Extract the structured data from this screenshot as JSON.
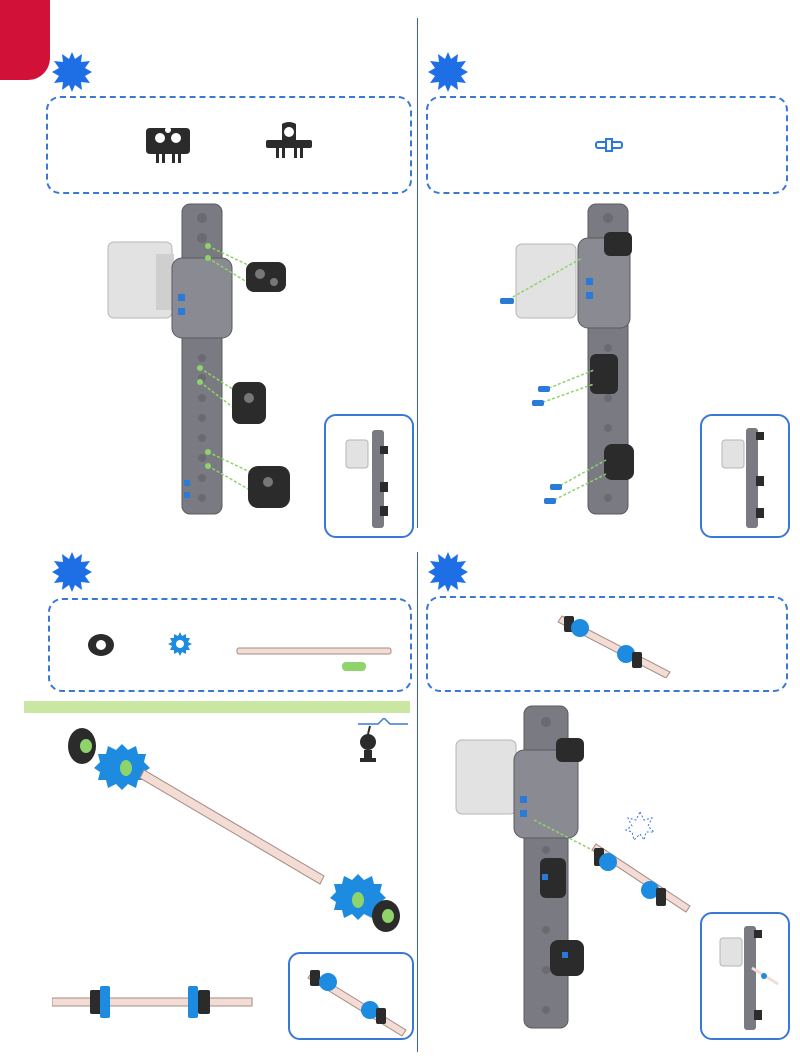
{
  "colors": {
    "accent_red": "#d11138",
    "step_blue": "#1e6ee6",
    "outline_blue": "#3a78d6",
    "beam_gray": "#7a7a82",
    "pin_blue": "#2a7bd8",
    "gear_blue": "#1d8be0",
    "axle_pink": "#f3dcd3",
    "green_guide": "#8ed46a",
    "motor_gray": "#e2e2e2"
  },
  "steps": [
    {
      "id": "step-1",
      "icon": "starburst-step-icon"
    },
    {
      "id": "step-2",
      "icon": "starburst-step-icon"
    },
    {
      "id": "step-3",
      "icon": "starburst-step-icon"
    },
    {
      "id": "step-4",
      "icon": "starburst-step-icon"
    }
  ],
  "icons": {
    "robot": "robot-helper-icon",
    "motor": "motor-icon",
    "gear": "gear-icon",
    "bushing": "bushing-icon",
    "axle": "axle-icon",
    "connector": "connector-icon"
  }
}
